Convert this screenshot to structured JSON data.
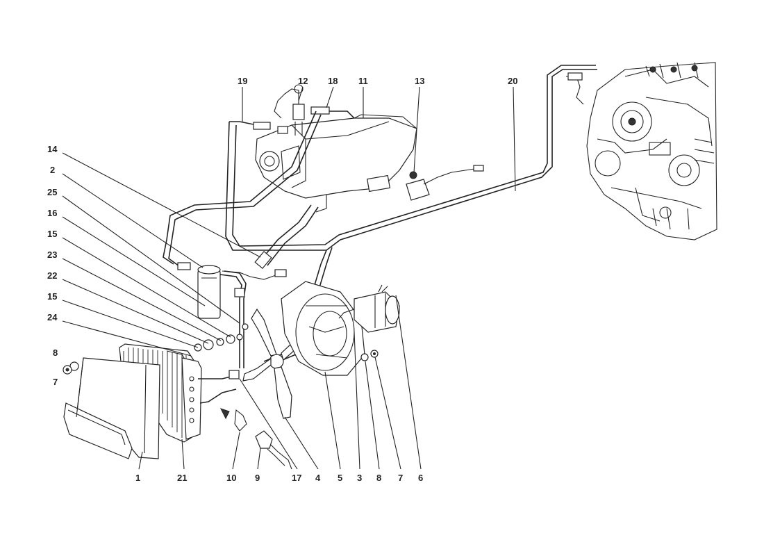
{
  "callouts": [
    {
      "id": "c19",
      "text": "19"
    },
    {
      "id": "c12",
      "text": "12"
    },
    {
      "id": "c18",
      "text": "18"
    },
    {
      "id": "c11",
      "text": "11"
    },
    {
      "id": "c13",
      "text": "13"
    },
    {
      "id": "c20",
      "text": "20"
    },
    {
      "id": "c14",
      "text": "14"
    },
    {
      "id": "c2",
      "text": "2"
    },
    {
      "id": "c25",
      "text": "25"
    },
    {
      "id": "c16",
      "text": "16"
    },
    {
      "id": "c15a",
      "text": "15"
    },
    {
      "id": "c23",
      "text": "23"
    },
    {
      "id": "c22",
      "text": "22"
    },
    {
      "id": "c15b",
      "text": "15"
    },
    {
      "id": "c24",
      "text": "24"
    },
    {
      "id": "c8a",
      "text": "8"
    },
    {
      "id": "c7a",
      "text": "7"
    },
    {
      "id": "c1",
      "text": "1"
    },
    {
      "id": "c21",
      "text": "21"
    },
    {
      "id": "c10",
      "text": "10"
    },
    {
      "id": "c9",
      "text": "9"
    },
    {
      "id": "c17",
      "text": "17"
    },
    {
      "id": "c4",
      "text": "4"
    },
    {
      "id": "c5",
      "text": "5"
    },
    {
      "id": "c3",
      "text": "3"
    },
    {
      "id": "c8b",
      "text": "8"
    },
    {
      "id": "c7b",
      "text": "7"
    },
    {
      "id": "c6",
      "text": "6"
    }
  ]
}
